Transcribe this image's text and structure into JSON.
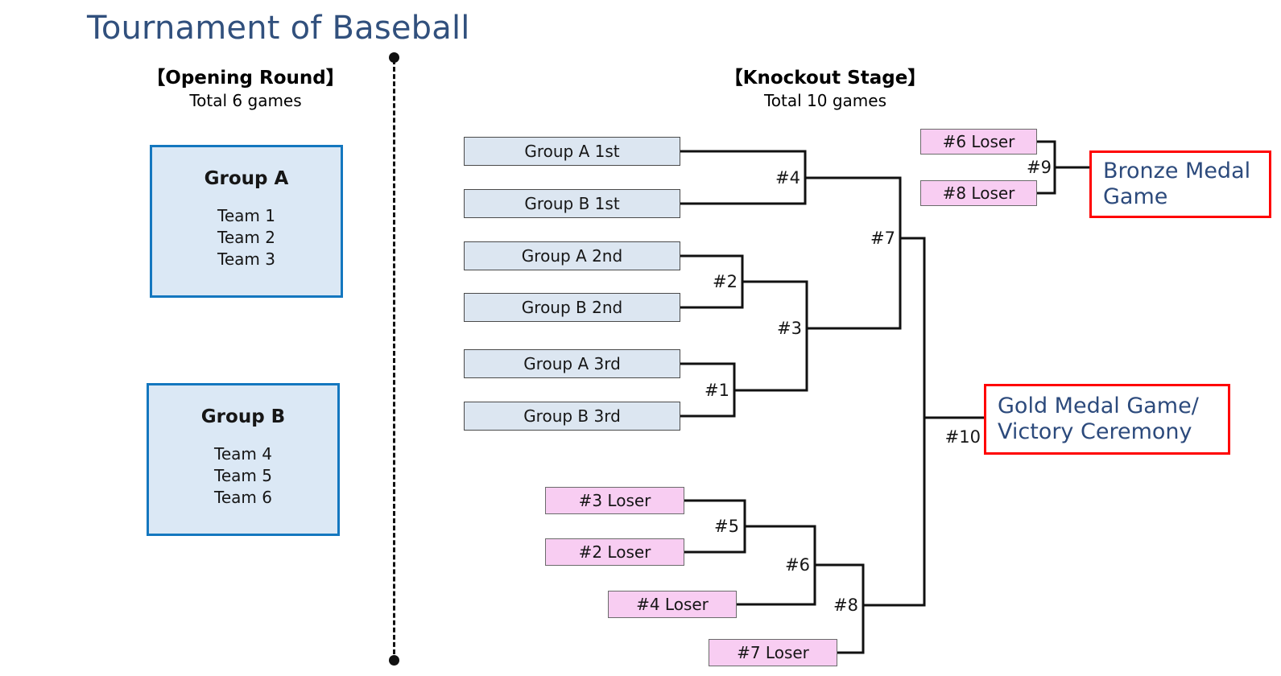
{
  "title": "Tournament of Baseball",
  "sections": {
    "opening": {
      "title": "【Opening Round】",
      "subtitle": "Total 6 games"
    },
    "knockout": {
      "title": "【Knockout Stage】",
      "subtitle": "Total 10 games"
    }
  },
  "groups": [
    {
      "name": "Group A",
      "teams": [
        "Team 1",
        "Team 2",
        "Team 3"
      ]
    },
    {
      "name": "Group B",
      "teams": [
        "Team 4",
        "Team 5",
        "Team 6"
      ]
    }
  ],
  "seeds": [
    {
      "label": "Group A 1st"
    },
    {
      "label": "Group B 1st"
    },
    {
      "label": "Group A 2nd"
    },
    {
      "label": "Group B 2nd"
    },
    {
      "label": "Group A 3rd"
    },
    {
      "label": "Group B 3rd"
    }
  ],
  "losers": [
    {
      "label": "#6 Loser"
    },
    {
      "label": "#8 Loser"
    },
    {
      "label": "#3 Loser"
    },
    {
      "label": "#2 Loser"
    },
    {
      "label": "#4 Loser"
    },
    {
      "label": "#7 Loser"
    }
  ],
  "matches": [
    {
      "id": "1",
      "label": "#1"
    },
    {
      "id": "2",
      "label": "#2"
    },
    {
      "id": "3",
      "label": "#3"
    },
    {
      "id": "4",
      "label": "#4"
    },
    {
      "id": "5",
      "label": "#5"
    },
    {
      "id": "6",
      "label": "#6"
    },
    {
      "id": "7",
      "label": "#7"
    },
    {
      "id": "8",
      "label": "#8"
    },
    {
      "id": "9",
      "label": "#9"
    },
    {
      "id": "10",
      "label": "#10"
    }
  ],
  "medals": {
    "bronze": {
      "line1": "Bronze Medal",
      "line2": "Game"
    },
    "gold": {
      "line1": "Gold Medal Game/",
      "line2": "Victory Ceremony"
    }
  },
  "colors": {
    "title_blue": "#31507d",
    "group_fill": "#dbe8f5",
    "group_border": "#1477bf",
    "seed_fill": "#dce6f1",
    "seed_border": "#4a4a4a",
    "loser_fill": "#f8cdf2",
    "loser_border": "#6b6b6b",
    "medal_border": "#ff0000",
    "medal_text": "#2c4a7c",
    "line": "#111111"
  }
}
